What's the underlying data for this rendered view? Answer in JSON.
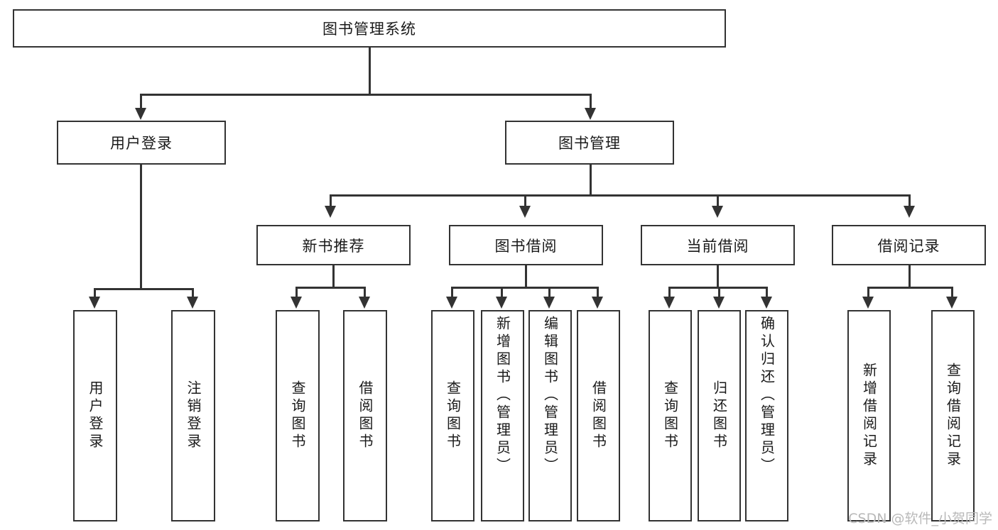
{
  "diagram": {
    "title": "图书管理系统",
    "type": "tree",
    "root": {
      "label": "图书管理系统"
    },
    "level2": [
      {
        "label": "用户登录"
      },
      {
        "label": "图书管理"
      }
    ],
    "level3": [
      {
        "label": "新书推荐"
      },
      {
        "label": "图书借阅"
      },
      {
        "label": "当前借阅"
      },
      {
        "label": "借阅记录"
      }
    ],
    "leaves": [
      {
        "label": "用户登录",
        "parent": "用户登录"
      },
      {
        "label": "注销登录",
        "parent": "用户登录"
      },
      {
        "label": "查询图书",
        "parent": "新书推荐"
      },
      {
        "label": "借阅图书",
        "parent": "新书推荐"
      },
      {
        "label": "查询图书",
        "parent": "图书借阅"
      },
      {
        "label": "新增图书（管理员）",
        "parent": "图书借阅"
      },
      {
        "label": "编辑图书（管理员）",
        "parent": "图书借阅"
      },
      {
        "label": "借阅图书",
        "parent": "图书借阅"
      },
      {
        "label": "查询图书",
        "parent": "当前借阅"
      },
      {
        "label": "归还图书",
        "parent": "当前借阅"
      },
      {
        "label": "确认归还（管理员）",
        "parent": "当前借阅"
      },
      {
        "label": "新增借阅记录",
        "parent": "借阅记录"
      },
      {
        "label": "查询借阅记录",
        "parent": "借阅记录"
      }
    ]
  },
  "watermark": {
    "text": "CSDN @软件_小贺同学"
  },
  "colors": {
    "stroke": "#333333",
    "box_fill": "#ffffff",
    "text": "#1a1a1a",
    "watermark": "#b9b9b9",
    "background": "#ffffff"
  }
}
